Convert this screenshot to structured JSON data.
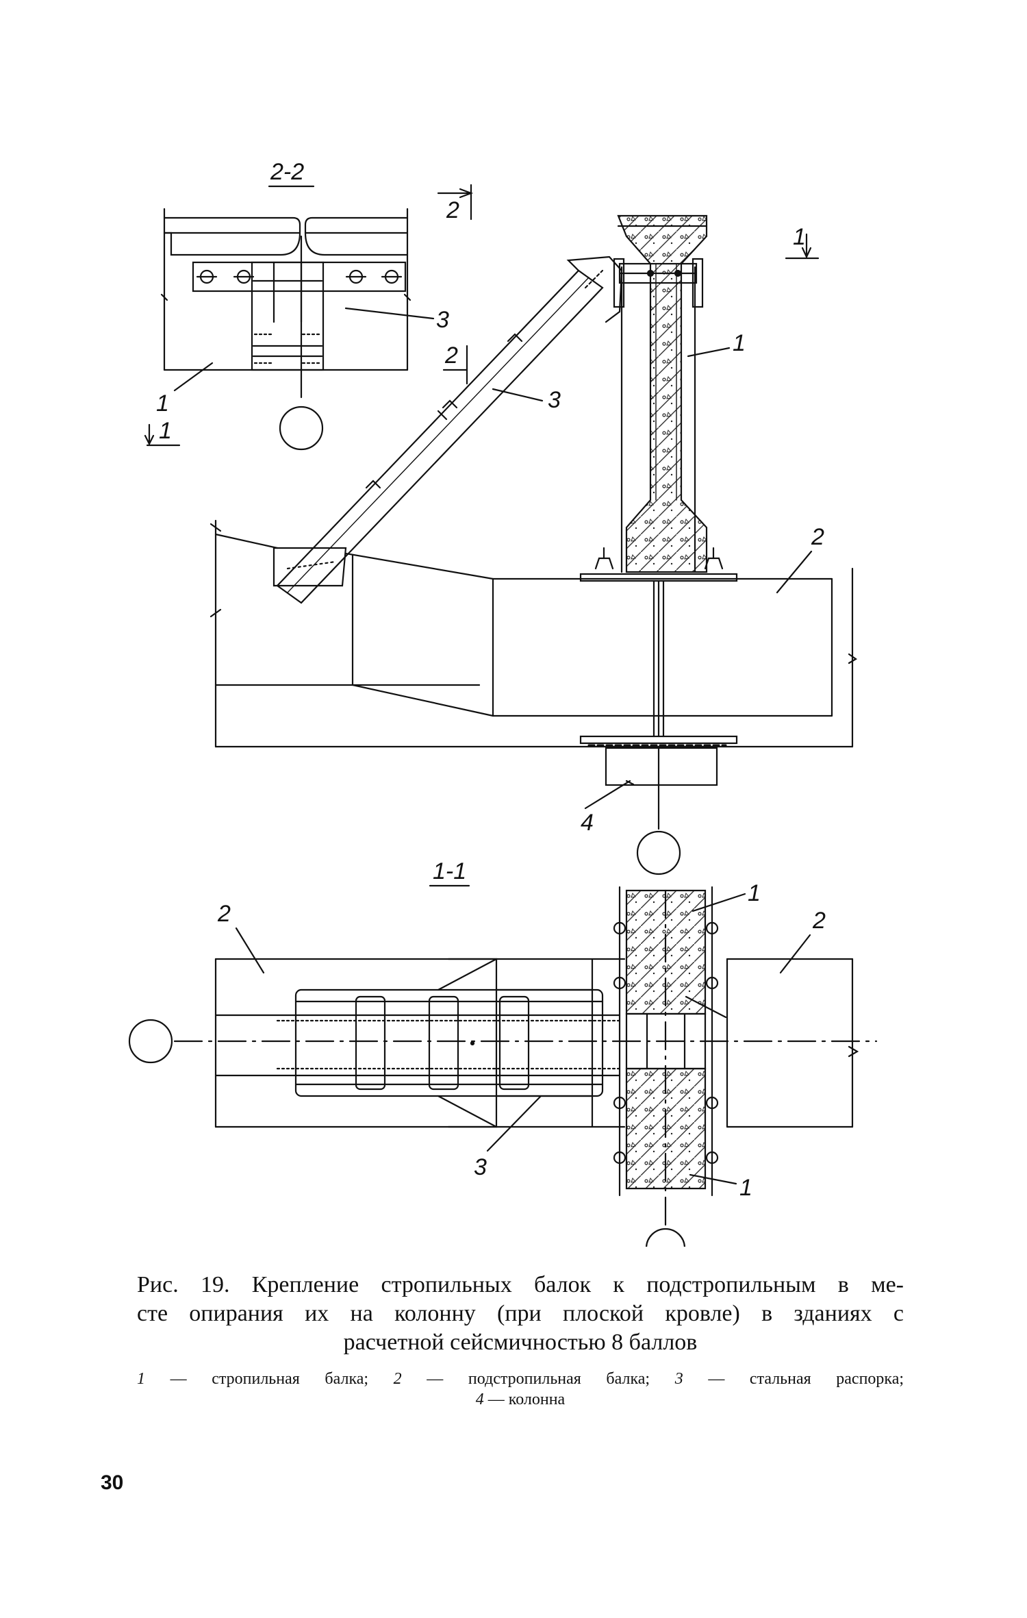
{
  "labels": {
    "section_2_2": "2-2",
    "section_1_1": "1-1",
    "cut_1": "1",
    "cut_2": "2",
    "n1": "1",
    "n2": "2",
    "n3": "3",
    "n4": "4"
  },
  "caption": {
    "line1": "Рис. 19. Крепление стропильных балок к подстропильным в ме-",
    "line2": "сте опирания их на колонну (при плоской кровле) в зданиях с",
    "line3": "расчетной сейсмичностью 8 баллов"
  },
  "legend": {
    "n1": "1",
    "t1": "— стропильная балка;",
    "n2": "2",
    "t2": "— подстропильная балка;",
    "n3": "3",
    "t3": "— стальная распорка;",
    "n4": "4",
    "t4": "— колонна"
  },
  "page_number": "30"
}
